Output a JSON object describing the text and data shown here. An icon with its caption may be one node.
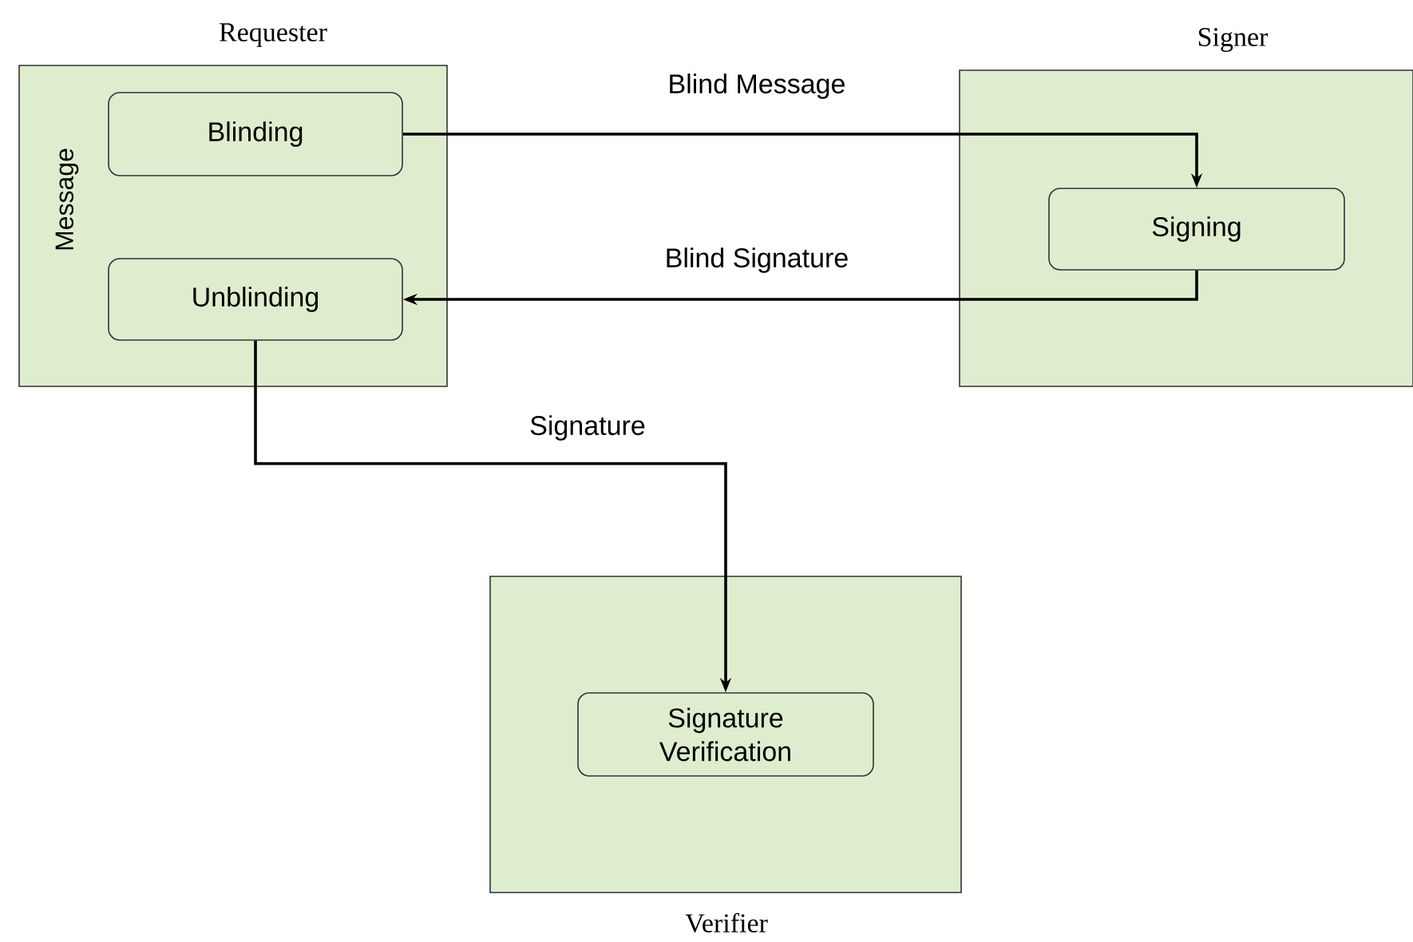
{
  "diagram": {
    "nodes": [
      {
        "text": [
          "Requester",
          "Message"
        ]
      },
      {
        "text": [
          "Blinding"
        ],
        "in": 0
      },
      {
        "text": [
          "Unblinding"
        ],
        "in": 0
      },
      {
        "text": [
          "Signer"
        ]
      },
      {
        "text": [
          "Signing"
        ],
        "in": 3
      },
      {
        "text": [
          "Verifier"
        ]
      },
      {
        "text": [
          "Signature Verification"
        ],
        "in": 5
      }
    ],
    "edges": [
      {
        "from": 1,
        "to": 4,
        "arrow": "to",
        "label": "Blind Message"
      },
      {
        "from": 4,
        "to": 2,
        "arrow": "to",
        "label": "Blind Signature"
      },
      {
        "from": 2,
        "to": 6,
        "arrow": "to",
        "label": "Signature"
      }
    ]
  }
}
